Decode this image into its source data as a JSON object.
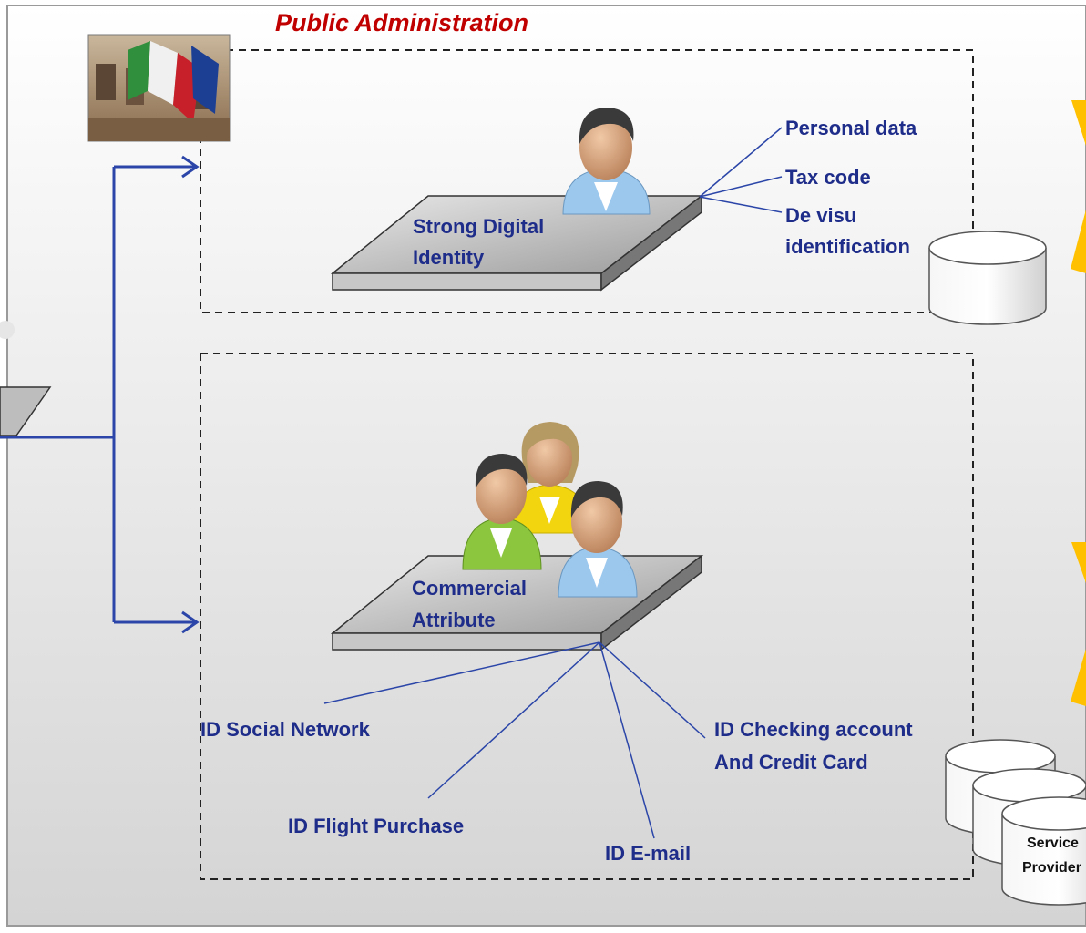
{
  "title": "Public Administration",
  "identity_box": {
    "platform_label_line1": "Strong Digital",
    "platform_label_line2": "Identity",
    "attributes": [
      "Personal data",
      "Tax code",
      "De visu",
      "identification"
    ]
  },
  "attribute_box": {
    "platform_label_line1": "Commercial",
    "platform_label_line2": "Attribute",
    "ids": {
      "social": "ID Social Network",
      "checking_line1": "ID Checking account",
      "checking_line2": "And Credit Card",
      "flight": "ID Flight Purchase",
      "email": "ID E-mail"
    }
  },
  "service_provider": {
    "line1": "Service",
    "line2": "Provider"
  },
  "colors": {
    "title": "#c00000",
    "label": "#1f2d8a",
    "arrow": "#2b46a8",
    "accent": "#ffc000",
    "green_person": "#8cc63f",
    "yellow_person": "#f2d50f",
    "blue_person": "#9cc8ee"
  },
  "icons": [
    "building-flag-photo",
    "person-icon",
    "database-cylinder-icon",
    "arrow-icon"
  ]
}
